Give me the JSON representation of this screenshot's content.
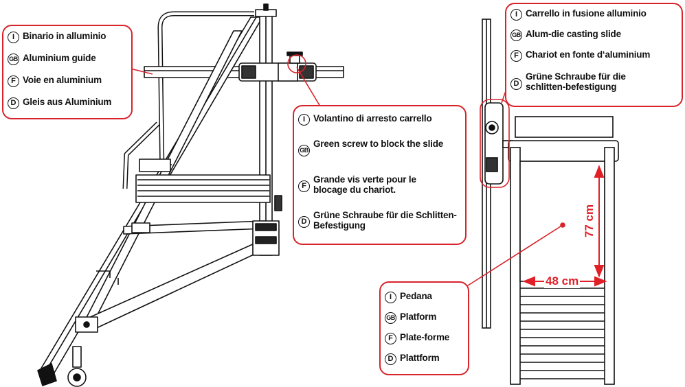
{
  "labels": {
    "rail": [
      {
        "lang": "I",
        "text": "Binario in alluminio"
      },
      {
        "lang": "GB",
        "text": "Aluminium guide"
      },
      {
        "lang": "F",
        "text": "Voie en aluminium"
      },
      {
        "lang": "D",
        "text": "Gleis aus Aluminium"
      }
    ],
    "slide": [
      {
        "lang": "I",
        "text": "Carrello in fusione alluminio"
      },
      {
        "lang": "GB",
        "text": "Alum-die casting slide"
      },
      {
        "lang": "F",
        "text": "Chariot en fonte d‘aluminium"
      },
      {
        "lang": "D",
        "text": "Grüne Schraube für die schlitten-befestigung"
      }
    ],
    "screw": [
      {
        "lang": "I",
        "text": "Volantino di arresto carrello"
      },
      {
        "lang": "GB",
        "text": "Green screw to block the slide"
      },
      {
        "lang": "F",
        "text": "Grande vis verte pour le blocage du chariot."
      },
      {
        "lang": "D",
        "text": "Grüne Schraube für die Schlitten-Befestigung"
      }
    ],
    "platform": [
      {
        "lang": "I",
        "text": "Pedana"
      },
      {
        "lang": "GB",
        "text": "Platform"
      },
      {
        "lang": "F",
        "text": "Plate-forme"
      },
      {
        "lang": "D",
        "text": "Plattform"
      }
    ]
  },
  "dimensions": {
    "width": "48 cm",
    "depth": "77 cm"
  },
  "colors": {
    "accent": "#d8232a",
    "ink": "#111111",
    "dimension": "#e01f26"
  }
}
